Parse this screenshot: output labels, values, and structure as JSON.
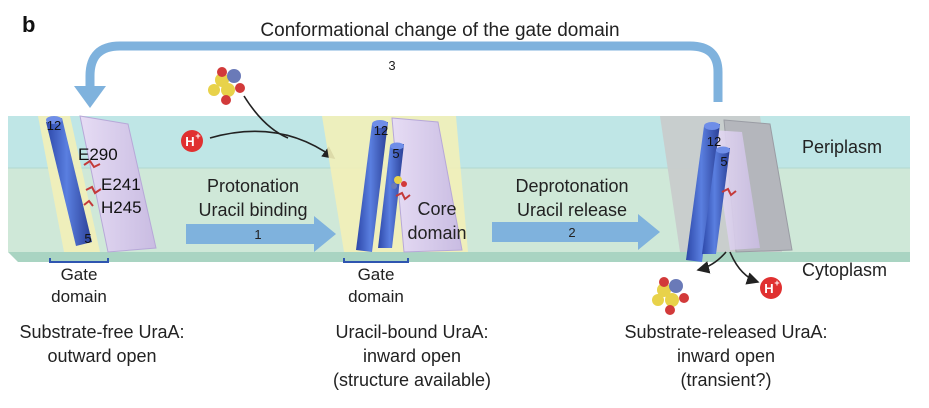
{
  "panel_label": "b",
  "top_caption": "Conformational change of the gate domain",
  "step3_label": "3",
  "regions": {
    "periplasm": "Periplasm",
    "cytoplasm": "Cytoplasm"
  },
  "state1": {
    "helix_top": "12",
    "helix_bottom": "5",
    "residues": [
      "E290",
      "E241",
      "H245"
    ],
    "gate_label": [
      "Gate",
      "domain"
    ],
    "caption": [
      "Substrate-free UraA:",
      "outward open"
    ]
  },
  "step1": {
    "lines": [
      "Protonation",
      "Uracil binding"
    ],
    "number": "1"
  },
  "state2": {
    "helix_a": "12",
    "helix_b": "5",
    "core_label": [
      "Core",
      "domain"
    ],
    "gate_label": [
      "Gate",
      "domain"
    ],
    "caption": [
      "Uracil-bound UraA:",
      "inward open",
      "(structure available)"
    ]
  },
  "step2": {
    "lines": [
      "Deprotonation",
      "Uracil release"
    ],
    "number": "2"
  },
  "state3": {
    "helix_a": "12",
    "helix_b": "5",
    "caption": [
      "Substrate-released UraA:",
      "inward open",
      "(transient?)"
    ]
  },
  "proton_symbol": "H",
  "proton_charge": "+",
  "colors": {
    "periplasm": "#bfe6e6",
    "cytoplasm": "#cfe8d8",
    "helix": "#3d5fc4",
    "gate_yellow": "#f2f0b8",
    "core_lavender": "#d8ccec",
    "arrow_blue": "#7fb2dd",
    "proton_red": "#e03030"
  }
}
